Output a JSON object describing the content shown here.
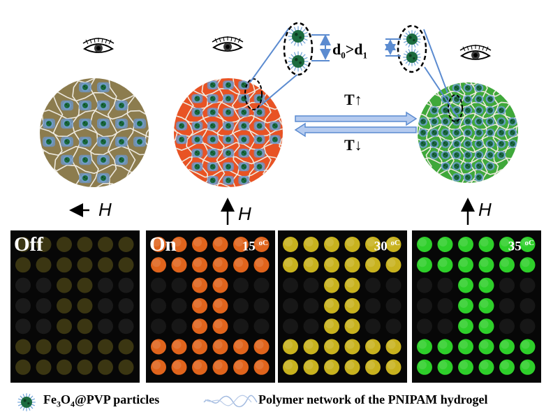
{
  "panels": [
    {
      "tag": "Off",
      "temp_value": "",
      "temp_unit": "",
      "well_color": "#6b6220",
      "lit": false
    },
    {
      "tag": "On",
      "temp_value": "15",
      "temp_unit": "oC",
      "well_color": "#e0641c",
      "lit": true
    },
    {
      "tag": "",
      "temp_value": "30",
      "temp_unit": "oC",
      "well_color": "#c8b21e",
      "lit": true
    },
    {
      "tag": "",
      "temp_value": "35",
      "temp_unit": "oC",
      "well_color": "#2ecf2a",
      "lit": true
    }
  ],
  "pattern": {
    "rows": 7,
    "cols": 6,
    "lit_cells": [
      [
        0,
        0
      ],
      [
        0,
        1
      ],
      [
        0,
        2
      ],
      [
        0,
        3
      ],
      [
        0,
        4
      ],
      [
        0,
        5
      ],
      [
        1,
        0
      ],
      [
        1,
        1
      ],
      [
        1,
        2
      ],
      [
        1,
        3
      ],
      [
        1,
        4
      ],
      [
        1,
        5
      ],
      [
        2,
        2
      ],
      [
        2,
        3
      ],
      [
        3,
        2
      ],
      [
        3,
        3
      ],
      [
        4,
        2
      ],
      [
        4,
        3
      ],
      [
        5,
        0
      ],
      [
        5,
        1
      ],
      [
        5,
        2
      ],
      [
        5,
        3
      ],
      [
        5,
        4
      ],
      [
        5,
        5
      ],
      [
        6,
        0
      ],
      [
        6,
        1
      ],
      [
        6,
        2
      ],
      [
        6,
        3
      ],
      [
        6,
        4
      ],
      [
        6,
        5
      ]
    ]
  },
  "field_labels": [
    "H",
    "H",
    "H"
  ],
  "transition": {
    "up": "T↑",
    "down": "T↓"
  },
  "inequality": {
    "left": "d",
    "left_sub": "0",
    "op": ">",
    "right": "d",
    "right_sub": "1"
  },
  "circles": [
    {
      "fill": "#8c7c4e",
      "state": "off"
    },
    {
      "fill": "#e85324",
      "state": "on-15C"
    },
    {
      "fill": "#3fa83a",
      "state": "on-35C"
    }
  ],
  "legend": {
    "particles_prefix": "Fe",
    "particles_sub1": "3",
    "particles_mid": "O",
    "particles_sub2": "4",
    "particles_suffix": "@PVP particles",
    "network": "Polymer network of  the PNIPAM hydrogel"
  }
}
